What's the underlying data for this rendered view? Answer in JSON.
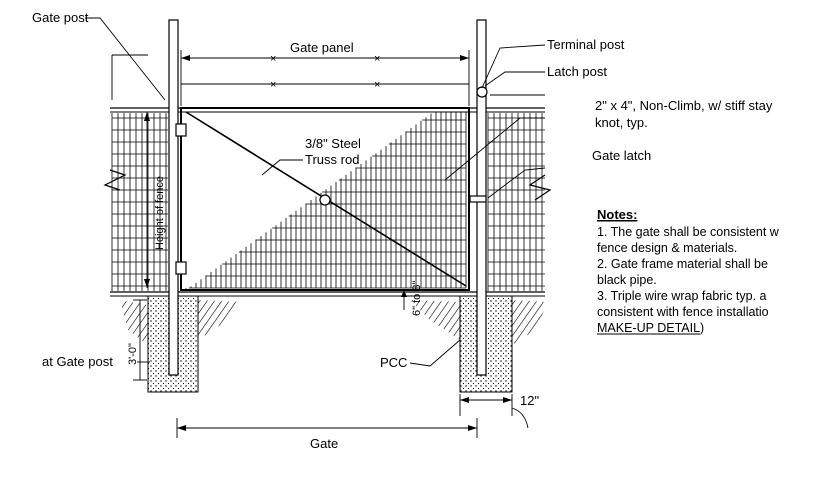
{
  "labels": {
    "gate_post": "Gate post",
    "gate_panel": "Gate panel",
    "terminal_post": "Terminal post",
    "latch_post": "Latch post",
    "fabric_line1": "2\" x 4\", Non-Climb, w/ stiff stay",
    "fabric_line2": "knot, typ.",
    "truss_line1": "3/8\" Steel",
    "truss_line2": "Truss rod",
    "gate_latch": "Gate latch",
    "height_of_fence": "Height of fence",
    "depth": "3'-0\"",
    "at_gate_post": "at Gate post",
    "clearance": "6\" to 8\"",
    "pcc": "PCC",
    "width_12": "12\"",
    "gate": "Gate"
  },
  "notes": {
    "title": "Notes:",
    "lines": [
      "1. The gate shall be consistent w",
      "fence design & materials.",
      "2. Gate frame material shall be",
      "black pipe.",
      "3. Triple wire wrap fabric typ. a",
      "consistent with fence installatio",
      "MAKE-UP DETAIL)"
    ]
  }
}
